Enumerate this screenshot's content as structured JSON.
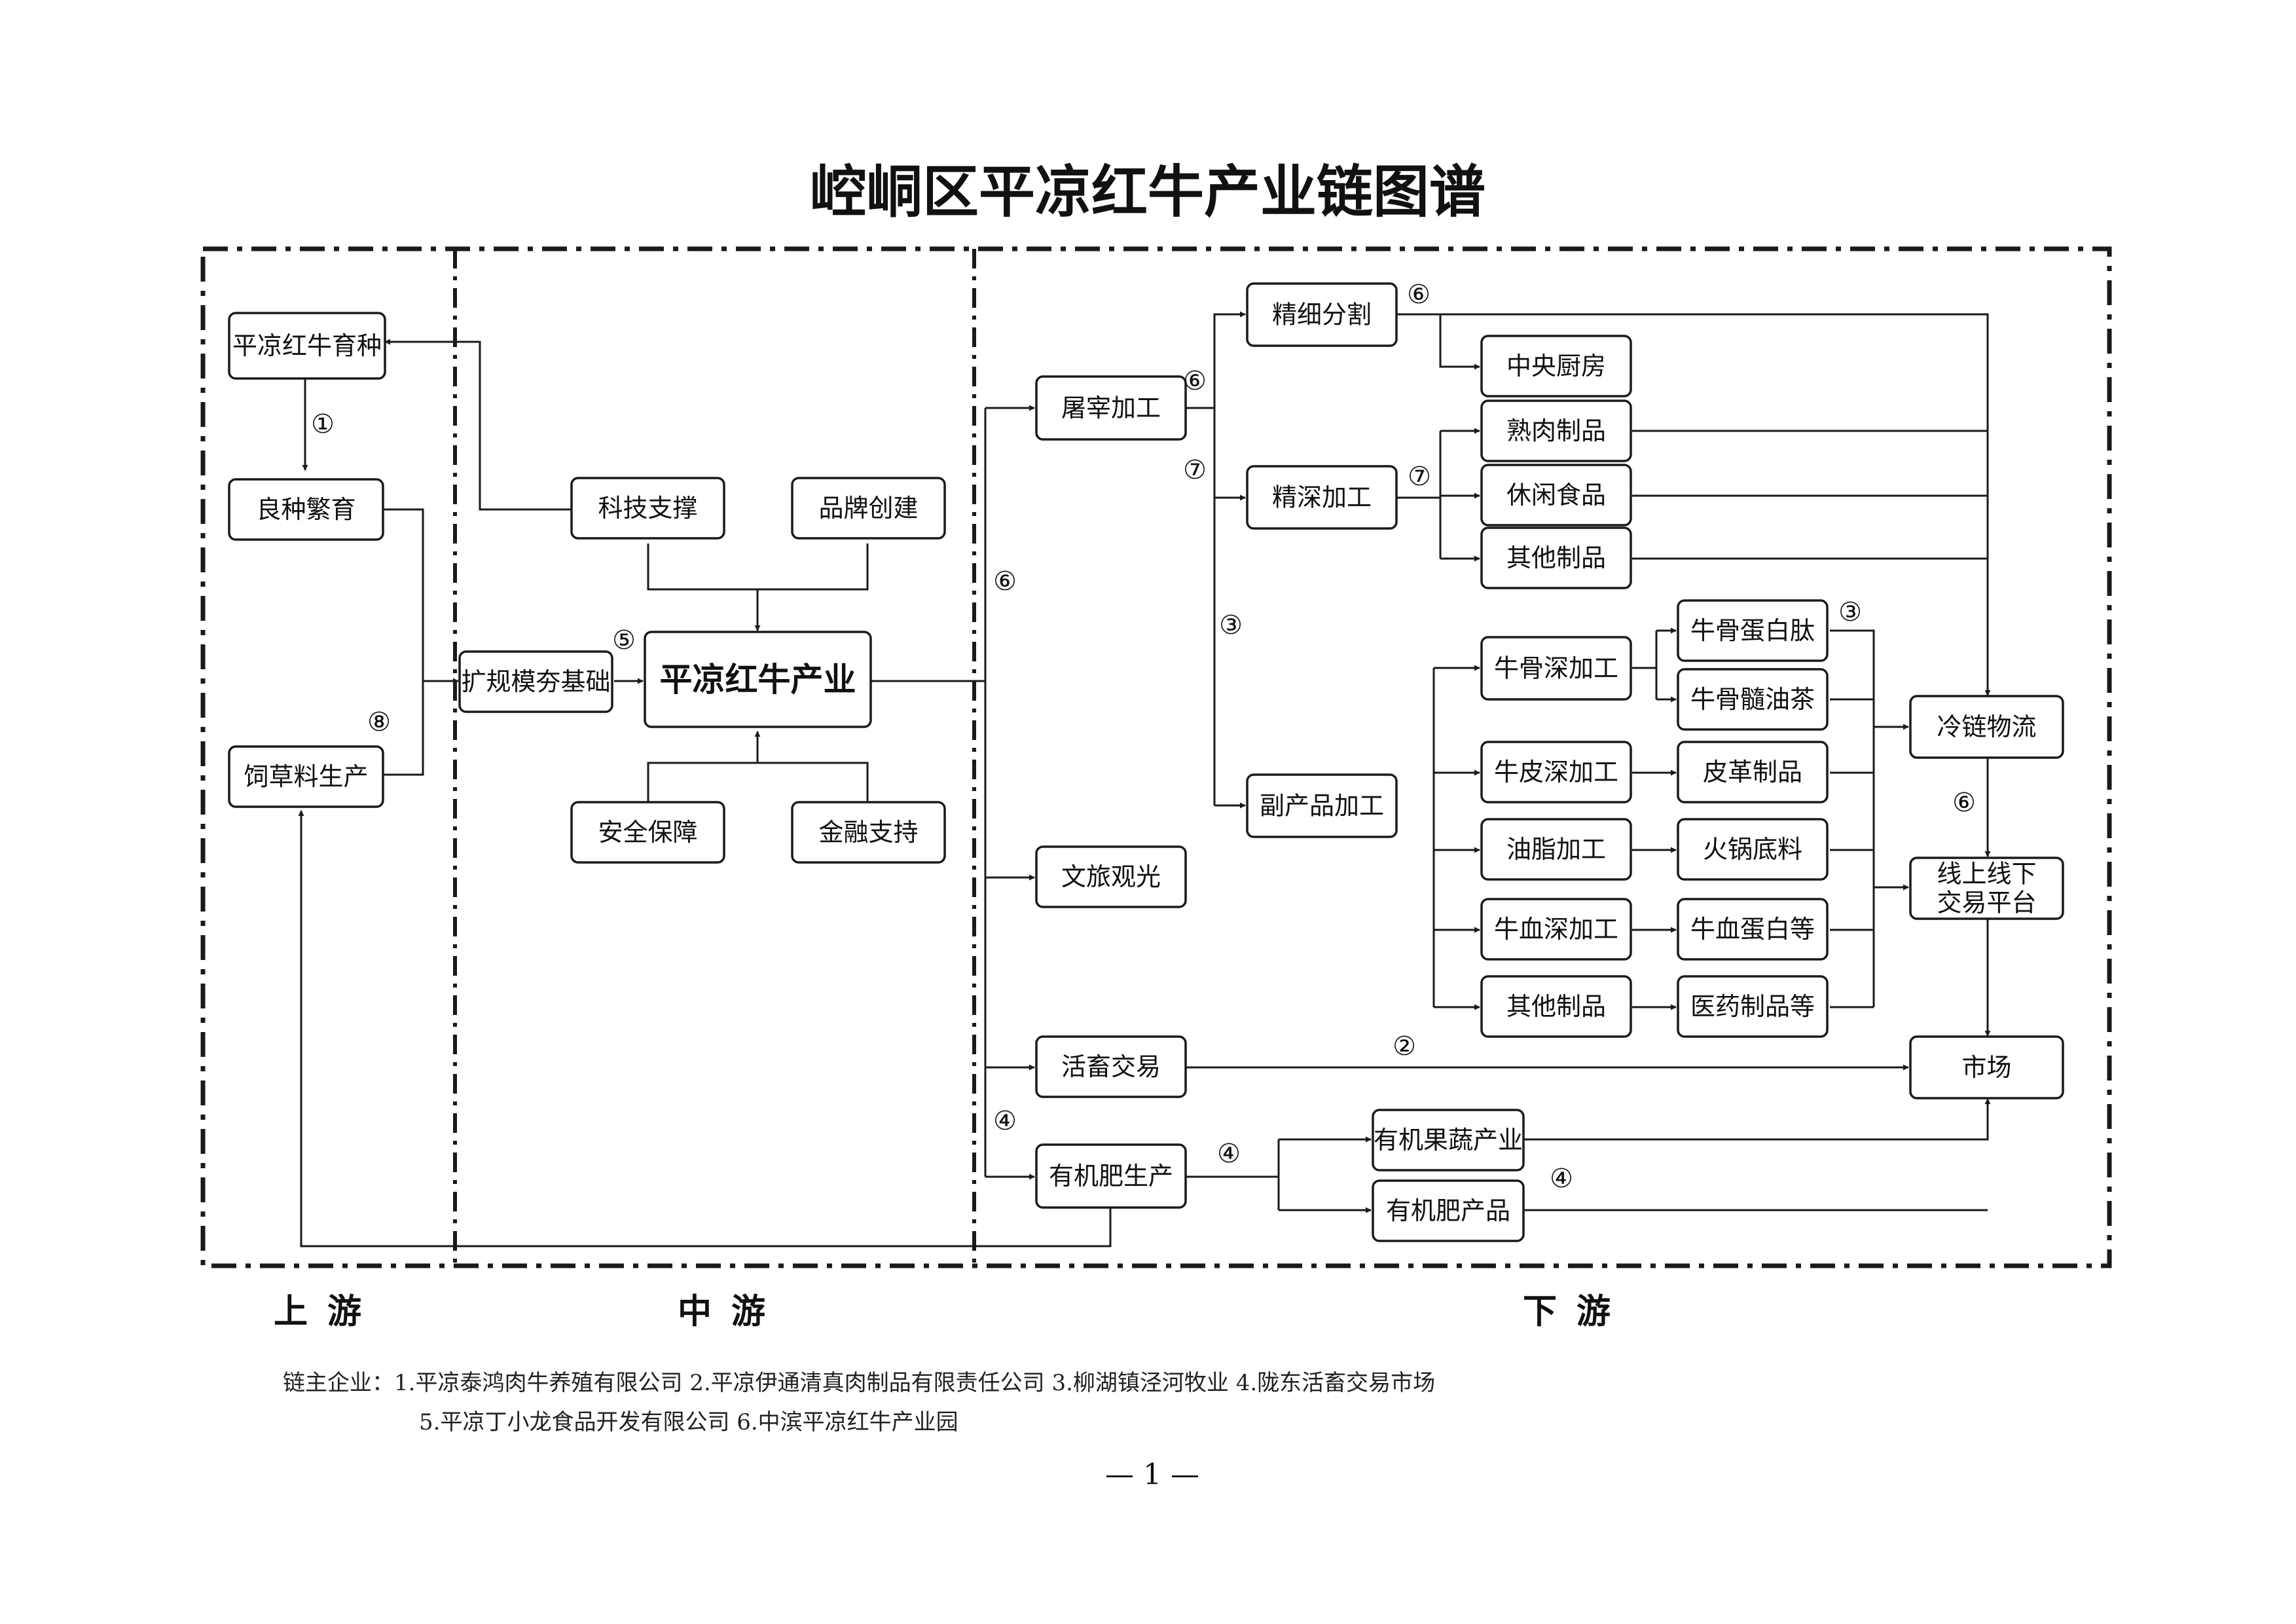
{
  "title": "崆峒区平凉红牛产业链图谱",
  "sections": {
    "upstream": "上游",
    "midstream": "中游",
    "downstream": "下游"
  },
  "nodes": [
    {
      "id": "breeding",
      "label": "平凉红牛育种"
    },
    {
      "id": "fine-breed",
      "label": "良种繁育"
    },
    {
      "id": "forage",
      "label": "饲草料生产"
    },
    {
      "id": "tech-support",
      "label": "科技支撑"
    },
    {
      "id": "brand",
      "label": "品牌创建"
    },
    {
      "id": "expand-scale",
      "label": "扩规模夯基础"
    },
    {
      "id": "core-industry",
      "label": "平凉红牛产业"
    },
    {
      "id": "safety",
      "label": "安全保障"
    },
    {
      "id": "finance",
      "label": "金融支持"
    },
    {
      "id": "slaughter",
      "label": "屠宰加工"
    },
    {
      "id": "culture-tourism",
      "label": "文旅观光"
    },
    {
      "id": "livestock-trade",
      "label": "活畜交易"
    },
    {
      "id": "organic-fertilizer",
      "label": "有机肥生产"
    },
    {
      "id": "fine-cutting",
      "label": "精细分割"
    },
    {
      "id": "central-kitchen",
      "label": "中央厨房"
    },
    {
      "id": "deep-processing",
      "label": "精深加工"
    },
    {
      "id": "cooked-meat",
      "label": "熟肉制品"
    },
    {
      "id": "snack-food",
      "label": "休闲食品"
    },
    {
      "id": "other-products-1",
      "label": "其他制品"
    },
    {
      "id": "byproduct",
      "label": "副产品加工"
    },
    {
      "id": "bone-deep",
      "label": "牛骨深加工"
    },
    {
      "id": "bone-peptide",
      "label": "牛骨蛋白肽"
    },
    {
      "id": "bone-marrow-tea",
      "label": "牛骨髓油茶"
    },
    {
      "id": "hide-deep",
      "label": "牛皮深加工"
    },
    {
      "id": "leather",
      "label": "皮革制品"
    },
    {
      "id": "fat-processing",
      "label": "油脂加工"
    },
    {
      "id": "hotpot-base",
      "label": "火锅底料"
    },
    {
      "id": "blood-deep",
      "label": "牛血深加工"
    },
    {
      "id": "blood-protein",
      "label": "牛血蛋白等"
    },
    {
      "id": "other-products-2",
      "label": "其他制品"
    },
    {
      "id": "medical-products",
      "label": "医药制品等"
    },
    {
      "id": "cold-chain",
      "label": "冷链物流"
    },
    {
      "id": "trade-platform",
      "label": [
        "线上线下",
        "交易平台"
      ]
    },
    {
      "id": "market",
      "label": "市场"
    },
    {
      "id": "organic-veg",
      "label": "有机果蔬产业"
    },
    {
      "id": "organic-products",
      "label": "有机肥产品"
    }
  ],
  "markers": [
    "①",
    "⑧",
    "⑤",
    "⑥",
    "⑥",
    "⑥",
    "⑦",
    "⑦",
    "③",
    "③",
    "⑥",
    "②",
    "④",
    "④",
    "④"
  ],
  "footer": {
    "line1": "链主企业：1.平凉泰鸿肉牛养殖有限公司  2.平凉伊通清真肉制品有限责任公司  3.柳湖镇泾河牧业  4.陇东活畜交易市场",
    "line2": "5.平凉丁小龙食品开发有限公司  6.中滨平凉红牛产业园",
    "page": "— 1 —"
  }
}
